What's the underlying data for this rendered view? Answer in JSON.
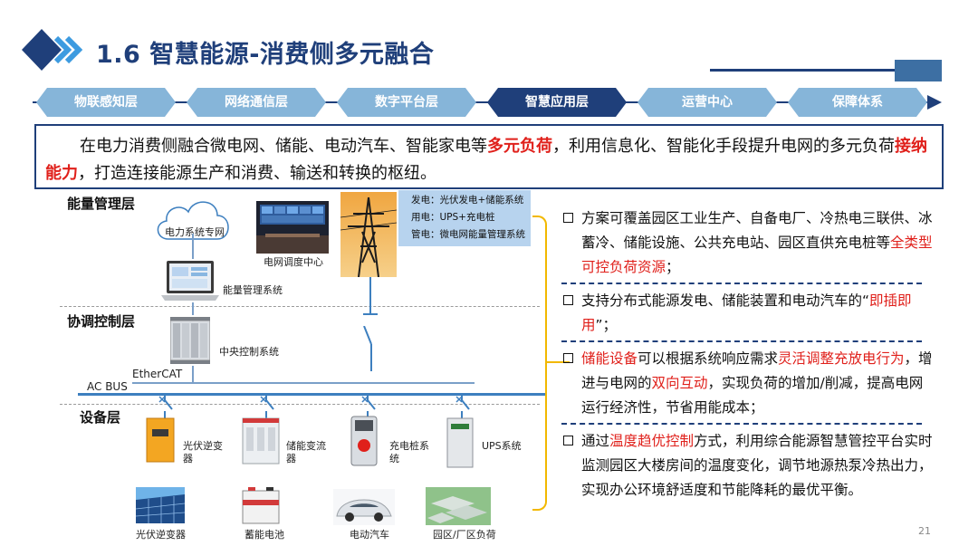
{
  "header": {
    "title": "1.6 智慧能源-消费侧多元融合",
    "accent_color": "#1f3f7a",
    "nav_color": "#86b5d9"
  },
  "nav": {
    "items": [
      {
        "label": "物联感知层",
        "active": false
      },
      {
        "label": "网络通信层",
        "active": false
      },
      {
        "label": "数字平台层",
        "active": false
      },
      {
        "label": "智慧应用层",
        "active": true
      },
      {
        "label": "运营中心",
        "active": false
      },
      {
        "label": "保障体系",
        "active": false
      }
    ]
  },
  "intro": {
    "part1": "在电力消费侧融合微电网、储能、电动汽车、智能家电等",
    "hl1": "多元负荷",
    "part2": "，利用信息化、智能化手段提升电网的多元负荷",
    "hl2": "接纳能力",
    "part3": "，打造连接能源生产和消费、输送和转换的枢纽。"
  },
  "diagram": {
    "layer_energy": "能量管理层",
    "layer_coord": "协调控制层",
    "layer_device": "设备层",
    "cloud_label": "电力系统专网",
    "dispatch_label": "电网调度中心",
    "ems_label": "能量管理系统",
    "central_label": "中央控制系统",
    "ethercat_label": "EtherCAT",
    "acbus_label": "AC BUS",
    "legend": {
      "line1": "发电：光伏发电+储能系统",
      "line2": "用电：UPS+充电桩",
      "line3": "管电：微电网能量管理系统"
    },
    "devices": [
      {
        "label": "光伏逆变器"
      },
      {
        "label": "储能变流器"
      },
      {
        "label": "充电桩系统"
      },
      {
        "label": "UPS系统"
      }
    ],
    "loads": [
      {
        "label": "光伏逆变器"
      },
      {
        "label": "蓄能电池"
      },
      {
        "label": "电动汽车"
      },
      {
        "label": "园区/厂区负荷"
      }
    ]
  },
  "bullets": {
    "b1": {
      "t1": "方案可覆盖园区工业生产、自备电厂、冷热电三联供、冰蓄冷、储能设施、公共充电站、园区直供充电桩等",
      "h1": "全类型可控负荷资源",
      "t2": "；"
    },
    "b2": {
      "t1": "支持分布式能源发电、储能装置和电动汽车的“",
      "h1": "即插即用",
      "t2": "”；"
    },
    "b3": {
      "h1": "储能设备",
      "t1": "可以根据系统响应需求",
      "h2": "灵活调整充放电行为",
      "t2": "，增进与电网的",
      "h3": "双向互动",
      "t3": "，实现负荷的增加/削减，提高电网运行经济性，节省用能成本；"
    },
    "b4": {
      "t1": "通过",
      "h1": "温度趋优控制",
      "t2": "方式，利用综合能源智慧管控平台实时监测园区大楼房间的温度变化，调节地源热泵冷热出力，实现办公环境舒适度和节能降耗的最优平衡。"
    }
  },
  "page_number": "21"
}
